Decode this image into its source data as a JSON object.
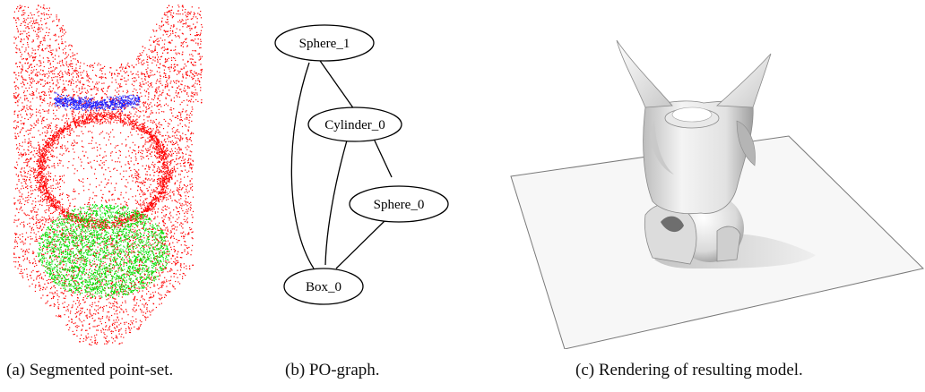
{
  "figure": {
    "panel_a": {
      "caption": "(a) Segmented point-set.",
      "segment_colors": [
        "#ff0000",
        "#00e000",
        "#2020ff"
      ]
    },
    "panel_b": {
      "caption": "(b) PO-graph.",
      "nodes": [
        "Sphere_1",
        "Cylinder_0",
        "Sphere_0",
        "Box_0"
      ],
      "edges": [
        [
          "Sphere_1",
          "Cylinder_0"
        ],
        [
          "Sphere_1",
          "Box_0"
        ],
        [
          "Cylinder_0",
          "Box_0"
        ],
        [
          "Cylinder_0",
          "Sphere_0"
        ],
        [
          "Sphere_0",
          "Box_0"
        ]
      ]
    },
    "panel_c": {
      "caption": "(c) Rendering of resulting model."
    }
  }
}
